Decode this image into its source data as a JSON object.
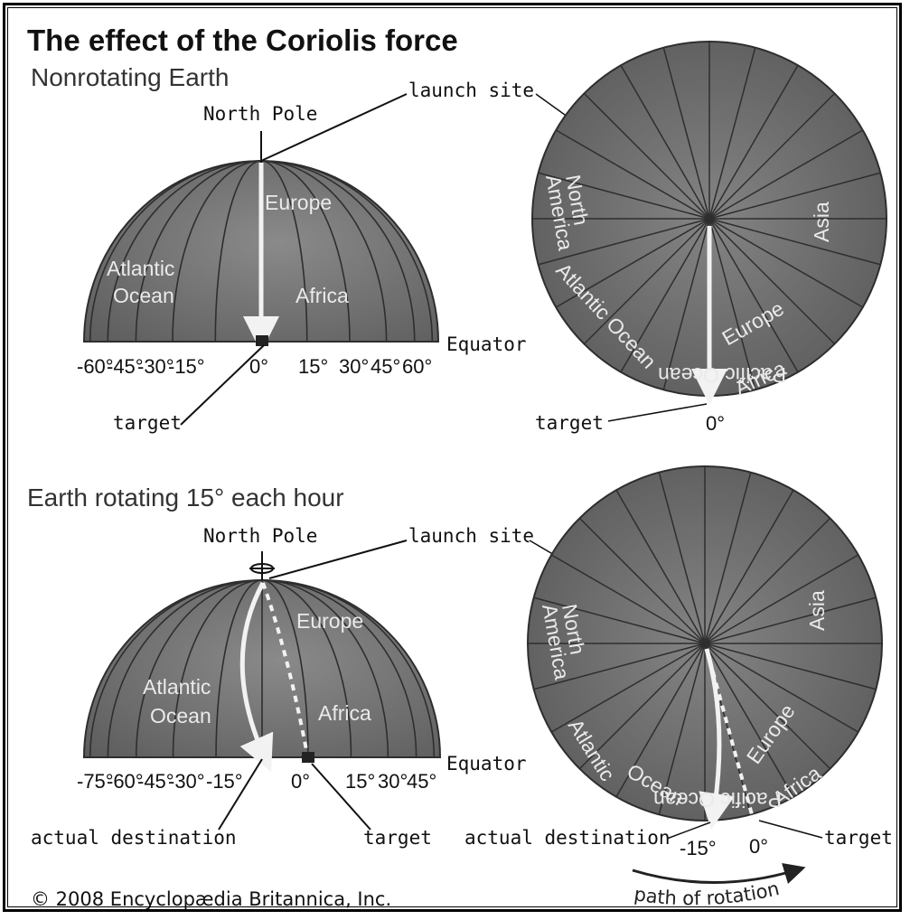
{
  "title": "The effect of the Coriolis force",
  "panel_top": {
    "subtitle": "Nonrotating Earth",
    "north_pole": "North Pole",
    "launch_site": "launch site",
    "equator": "Equator",
    "target": "target",
    "longitudes": [
      "-60°",
      "-45°",
      "-30°",
      "-15°",
      "0°",
      "15°",
      "30°",
      "45°",
      "60°"
    ],
    "regions": [
      "Europe",
      "Atlantic",
      "Ocean",
      "Africa"
    ],
    "disc_regions": [
      "Pacific Ocean",
      "North",
      "America",
      "Asia",
      "Atlantic Ocean",
      "Europe",
      "Africa"
    ],
    "disc_zero": "0°",
    "disc_target": "target"
  },
  "panel_bottom": {
    "subtitle": "Earth rotating 15° each hour",
    "north_pole": "North Pole",
    "launch_site": "launch site",
    "equator": "Equator",
    "actual_destination": "actual destination",
    "target": "target",
    "longitudes": [
      "-75°",
      "-60°",
      "-45°",
      "-30°",
      "-15°",
      "0°",
      "15°",
      "30°",
      "45°"
    ],
    "regions": [
      "Europe",
      "Atlantic",
      "Ocean",
      "Africa"
    ],
    "disc_regions": [
      "Pacific Ocean",
      "North",
      "America",
      "Asia",
      "Atlantic",
      "Ocean",
      "Europe",
      "Africa"
    ],
    "disc_minus15": "-15°",
    "disc_zero": "0°",
    "disc_actual": "actual destination",
    "disc_target": "target",
    "path_of_rotation": "path of rotation"
  },
  "copyright": "© 2008 Encyclopædia Britannica, Inc.",
  "colors": {
    "globe": "#7a7a7a",
    "globe_dark": "#5e5e5e",
    "lines": "#2e2e2e",
    "arrow": "#f2f2f2"
  }
}
